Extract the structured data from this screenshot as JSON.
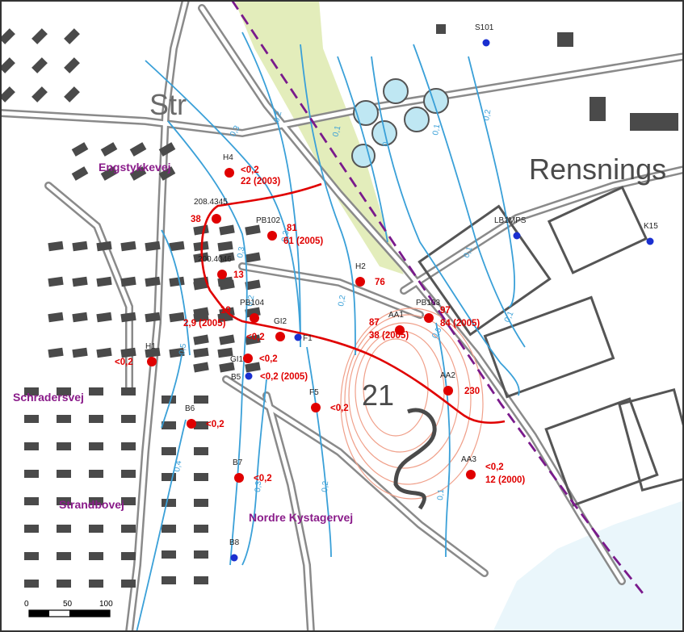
{
  "colors": {
    "building": "#4a4a4a",
    "road": "#808080",
    "green": "#e3edbb",
    "tank": "#bfe7f3",
    "water": "#eaf6fb",
    "contour_line": "#3aa0d8",
    "red_line": "#e00000",
    "well_red": "#e00000",
    "well_blue": "#1a2fd0",
    "street_label": "#8a1c8a",
    "dash_line": "#7a1a8c",
    "terrain": "#f0a08a"
  },
  "map_text": {
    "strandby_fragment": "Str",
    "rensning_fragment": "Rensnings",
    "area_number": "21"
  },
  "streets": [
    {
      "name": "Engstykkevej"
    },
    {
      "name": "Schradersvej"
    },
    {
      "name": "Strandbovej"
    },
    {
      "name": "Nordre Kystagervej"
    }
  ],
  "contour_labels": [
    "0,3",
    "0,2",
    "0,1",
    "0",
    "0,1",
    "0,2",
    "0,3",
    "0,2",
    "0,5",
    "0,4",
    "0,3",
    "0,3",
    "0,2",
    "0,1",
    "0,1",
    "0,5",
    "0,1",
    "0,2"
  ],
  "wells": [
    {
      "id": "H4",
      "type": "red",
      "value1": "<0,2",
      "value2": "22 (2003)"
    },
    {
      "id": "208.4345",
      "type": "red",
      "value1": "38",
      "value2": ""
    },
    {
      "id": "PB102",
      "type": "red",
      "value1": "81",
      "value2": "61 (2005)"
    },
    {
      "id": "200.4046",
      "type": "red",
      "value1": "13",
      "value2": ""
    },
    {
      "id": "H2",
      "type": "red",
      "value1": "76",
      "value2": ""
    },
    {
      "id": "PB104",
      "type": "red",
      "value1": "19",
      "value2": "2,9 (2005)"
    },
    {
      "id": "GI2",
      "type": "red",
      "value1": "<0,2",
      "value2": ""
    },
    {
      "id": "F1",
      "type": "blue",
      "value1": "",
      "value2": ""
    },
    {
      "id": "AA1",
      "type": "red",
      "value1": "87",
      "value2": "38 (2005)"
    },
    {
      "id": "PB103",
      "type": "red",
      "value1": "97",
      "value2": "84 (2005)"
    },
    {
      "id": "H1",
      "type": "red",
      "value1": "<0,2",
      "value2": ""
    },
    {
      "id": "GI1",
      "type": "red",
      "value1": "<0,2",
      "value2": ""
    },
    {
      "id": "B5",
      "type": "blue",
      "value1": "<0,2 (2005)",
      "value2": ""
    },
    {
      "id": "F5",
      "type": "red",
      "value1": "<0,2",
      "value2": ""
    },
    {
      "id": "AA2",
      "type": "red",
      "value1": "230",
      "value2": ""
    },
    {
      "id": "B6",
      "type": "red",
      "value1": "<0,2",
      "value2": ""
    },
    {
      "id": "B7",
      "type": "red",
      "value1": "<0,2",
      "value2": ""
    },
    {
      "id": "AA3",
      "type": "red",
      "value1": "<0,2",
      "value2": "12 (2000)"
    },
    {
      "id": "B8",
      "type": "blue",
      "value1": "",
      "value2": ""
    },
    {
      "id": "LB1MPS",
      "type": "blue",
      "value1": "",
      "value2": ""
    },
    {
      "id": "K15",
      "type": "blue",
      "value1": "",
      "value2": ""
    },
    {
      "id": "S101",
      "type": "blue",
      "value1": "",
      "value2": ""
    }
  ],
  "scale_bar": {
    "labels": [
      "0",
      "50",
      "100"
    ]
  }
}
